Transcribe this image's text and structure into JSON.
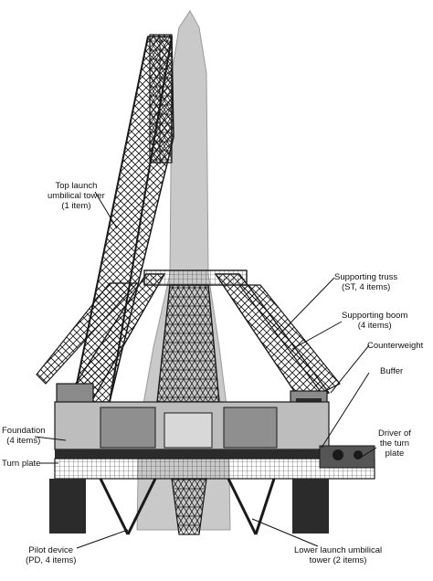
{
  "diagram": {
    "labels": {
      "top_tower": "Top launch\numbilical tower\n(1 item)",
      "supporting_truss": "Supporting truss\n(ST, 4 items)",
      "supporting_boom": "Supporting boom\n(4 items)",
      "counterweight": "Counterweight",
      "buffer": "Buffer",
      "foundation": "Foundation\n(4 items)",
      "turn_plate": "Turn plate",
      "driver": "Driver of\nthe turn\nplate",
      "pilot_device": "Pilot device\n(PD, 4 items)",
      "lower_tower": "Lower launch umbilical\ntower (2 items)"
    },
    "colors": {
      "rocket": "#c9c9c9",
      "structure": "#1a1a1a",
      "shading": "#8a8a8a",
      "dark": "#2b2b2b"
    }
  }
}
